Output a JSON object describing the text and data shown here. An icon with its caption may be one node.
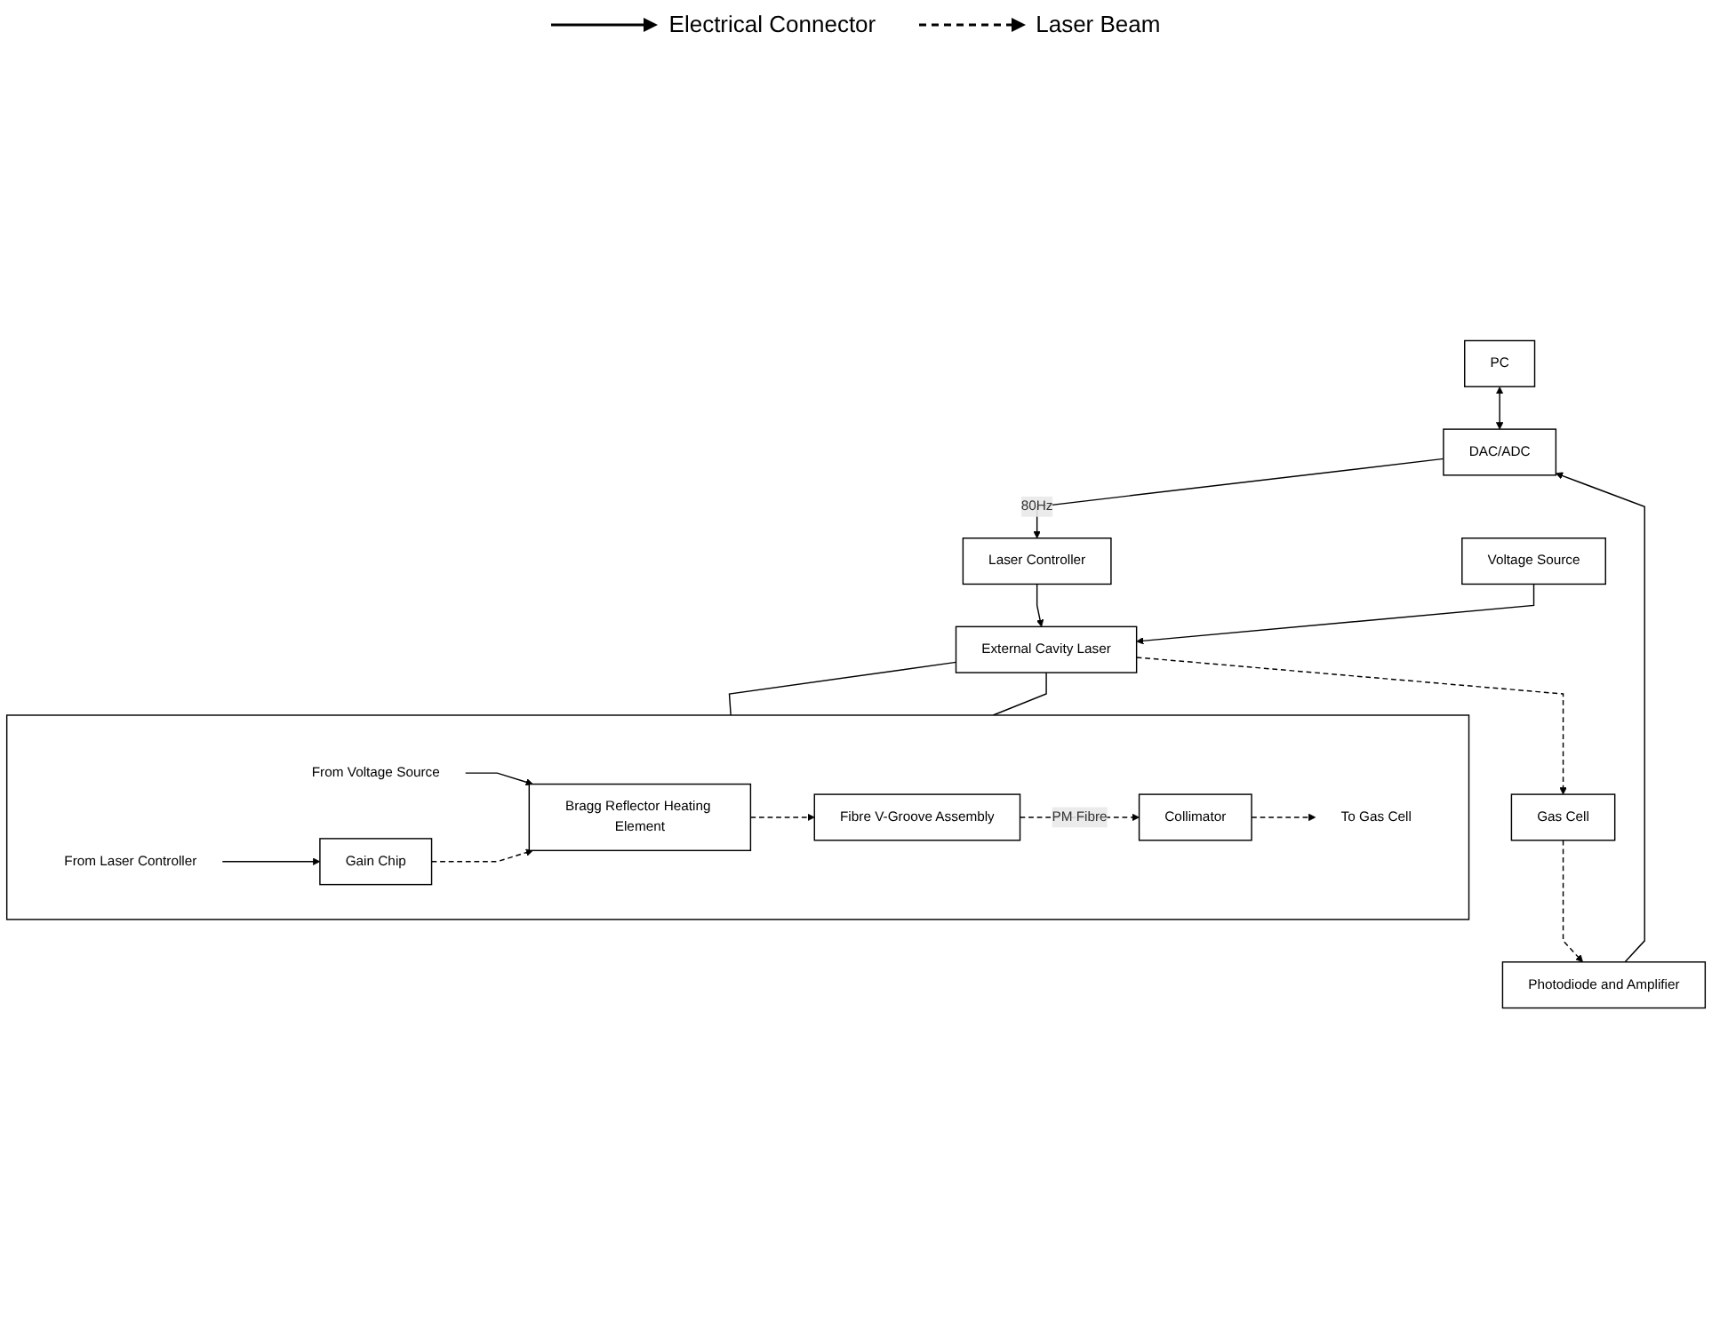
{
  "diagram": {
    "nodes": [
      {
        "text": [
          "PC"
        ]
      },
      {
        "text": [
          "Voltage Source"
        ]
      },
      {
        "text": [
          "DAC/ADC"
        ]
      },
      {
        "text": [
          "Laser Controller"
        ]
      },
      {
        "text": [
          "Photodiode and Amplifier"
        ]
      },
      {
        "text": [
          "Gas Cell"
        ]
      },
      {
        "text": [
          "External Cavity Laser"
        ]
      },
      {
        "text": [],
        "shape": "box"
      },
      {
        "text": [
          "From Voltage Source"
        ],
        "in": 7
      },
      {
        "text": [
          "From Laser Controller"
        ],
        "in": 7
      },
      {
        "text": [
          "To Gas Cell"
        ],
        "in": 7
      },
      {
        "text": [
          "Collimator"
        ],
        "in": 7
      },
      {
        "text": [
          "Fibre V-Groove Assembly"
        ],
        "in": 7
      },
      {
        "text": [
          "Bragg Reflector Heating Element"
        ],
        "in": 7
      },
      {
        "text": [
          "Gain Chip"
        ],
        "in": 7
      }
    ],
    "edges": [
      {
        "from": 0,
        "to": 2,
        "arrow": "both"
      },
      {
        "from": 2,
        "to": 3,
        "arrow": "to",
        "label": "80Hz"
      },
      {
        "from": 3,
        "to": 6,
        "arrow": "to"
      },
      {
        "from": 1,
        "to": 6,
        "arrow": "to"
      },
      {
        "from": 6,
        "to": 5,
        "arrow": "to",
        "style": "dashed"
      },
      {
        "from": 5,
        "to": 4,
        "arrow": "to",
        "style": "dashed"
      },
      {
        "from": 4,
        "to": 2,
        "arrow": "to"
      },
      {
        "from": 6,
        "to": 7,
        "arrow": "none"
      },
      {
        "from": 6,
        "to": 7,
        "arrow": "none"
      },
      {
        "from": 8,
        "to": 13,
        "arrow": "to"
      },
      {
        "from": 9,
        "to": 14,
        "arrow": "to"
      },
      {
        "from": 14,
        "to": 13,
        "arrow": "to",
        "style": "dashed"
      },
      {
        "from": 13,
        "to": 12,
        "arrow": "to",
        "style": "dashed"
      },
      {
        "from": 12,
        "to": 11,
        "arrow": "to",
        "style": "dashed",
        "label": "PM Fibre"
      },
      {
        "from": 11,
        "to": 10,
        "arrow": "to",
        "style": "dashed"
      }
    ],
    "legend": [
      {
        "text": "Electrical Connector"
      },
      {
        "text": "Laser Beam"
      }
    ]
  }
}
